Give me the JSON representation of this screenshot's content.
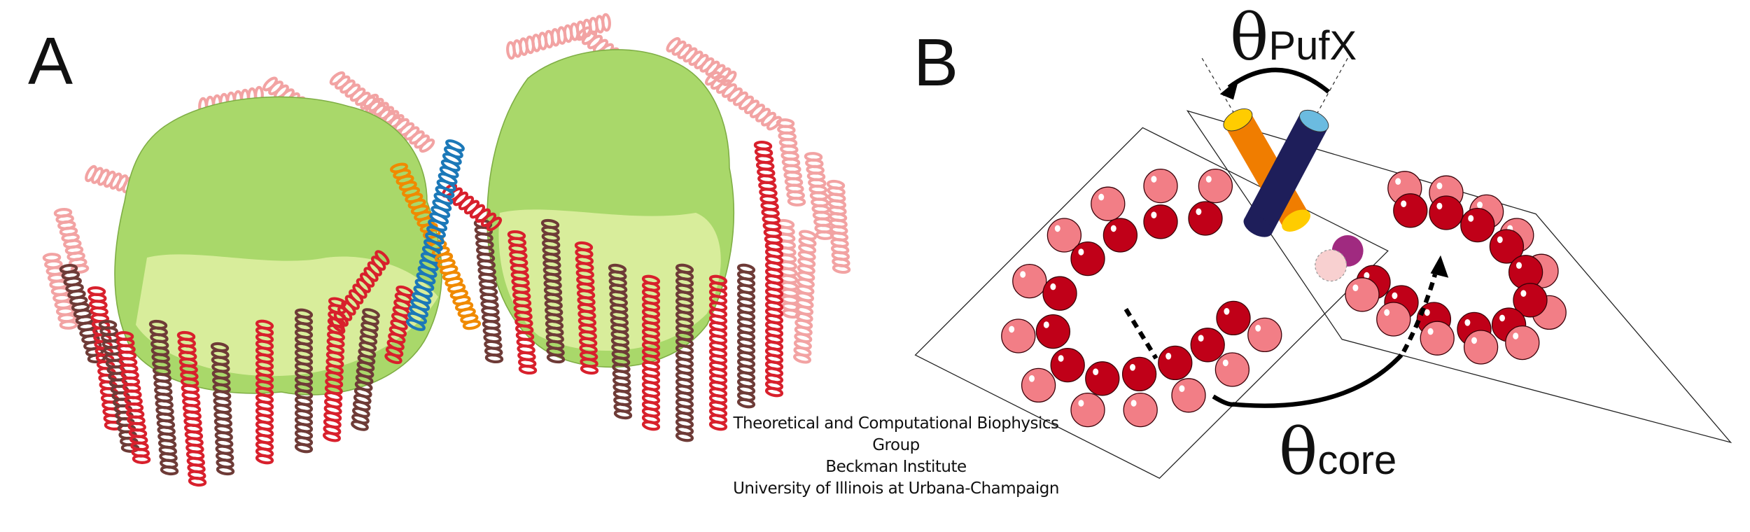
{
  "panels": {
    "a": {
      "label": "A"
    },
    "b": {
      "label": "B"
    }
  },
  "angles": {
    "pufx": {
      "symbol": "θ",
      "subscript": "PufX"
    },
    "core": {
      "symbol": "θ",
      "subscript": "core"
    }
  },
  "credit": {
    "line1": "Theoretical and Computational Biophysics Group",
    "line2": "Beckman Institute",
    "line3": "University of Illinois at Urbana-Champaign"
  },
  "colors": {
    "surface_green": "#a9d86a",
    "surface_light": "#e8f5b0",
    "helix_pink": "#f2a3a3",
    "helix_red": "#d8202c",
    "helix_brown": "#6e3b37",
    "pufx_blue": "#1b78b8",
    "pufx_orange": "#f08a00",
    "sphere_dark": "#c00018",
    "sphere_light": "#f27e86",
    "cyl_orange": "#f07d00",
    "cyl_navy": "#1e1e5a",
    "cap_yellow": "#ffcc00",
    "cap_cyan": "#6bbbe0",
    "purple": "#a02a80",
    "pale": "#f8d0d0"
  }
}
